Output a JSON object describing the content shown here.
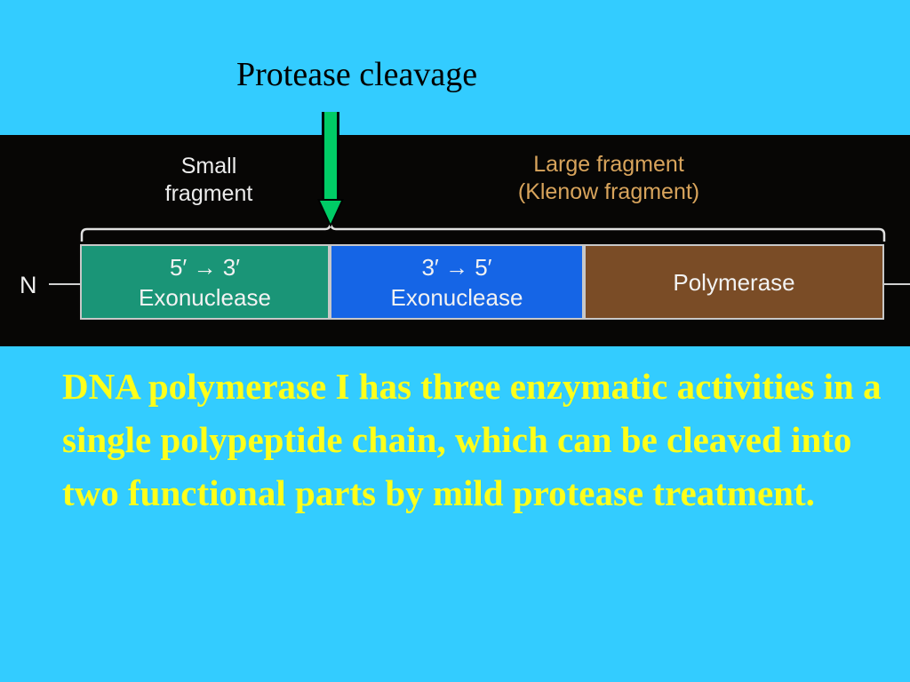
{
  "annotation": {
    "cleavage_label": "Protease cleavage"
  },
  "diagram": {
    "n_terminus": "N",
    "small_fragment": {
      "line1": "Small",
      "line2": "fragment"
    },
    "large_fragment": {
      "line1": "Large fragment",
      "line2": "(Klenow fragment)"
    },
    "domains": [
      {
        "line1": "5′ → 3′",
        "line2": "Exonuclease",
        "color": "#1a9577"
      },
      {
        "line1": "3′ → 5′",
        "line2": "Exonuclease",
        "color": "#1565e6"
      },
      {
        "line1": "Polymerase",
        "color": "#7a4c26"
      }
    ],
    "arrow_color": "#00cc66"
  },
  "caption": {
    "text": "DNA polymerase I has three enzymatic activities in a single polypeptide chain, which can be cleaved into two functional parts by mild protease treatment."
  }
}
